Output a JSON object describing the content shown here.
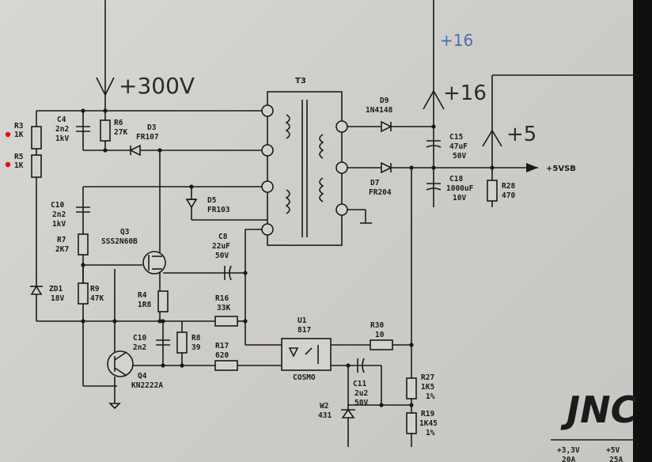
{
  "handwritten": {
    "v300": "+300V",
    "plus16_blue": "+16",
    "plus16": "+16",
    "plus5": "+5"
  },
  "output_label": "+5VSB",
  "colors": {
    "paper": "#d4d2ce",
    "ink": "#1a1a1a",
    "blue": "#4a6ea8",
    "marker": "#e01010"
  },
  "components": {
    "R3": {
      "name": "R3",
      "value": "1K"
    },
    "R5": {
      "name": "R5",
      "value": "1K"
    },
    "C4": {
      "name": "C4",
      "value1": "2n2",
      "value2": "1kV"
    },
    "R6": {
      "name": "R6",
      "value": "27K"
    },
    "D3": {
      "name": "D3",
      "value": "FR107"
    },
    "T3": {
      "name": "T3"
    },
    "D9": {
      "name": "D9",
      "value": "1N4148"
    },
    "C15": {
      "name": "C15",
      "value1": "47uF",
      "value2": "50V"
    },
    "D7": {
      "name": "D7",
      "value": "FR204"
    },
    "C18": {
      "name": "C18",
      "value1": "1000uF",
      "value2": "10V"
    },
    "R28": {
      "name": "R28",
      "value": "470"
    },
    "D5": {
      "name": "D5",
      "value": "FR103"
    },
    "C10a": {
      "name": "C10",
      "value1": "2n2",
      "value2": "1kV"
    },
    "R7": {
      "name": "R7",
      "value": "2K7"
    },
    "Q3": {
      "name": "Q3",
      "value": "SSS2N60B"
    },
    "C8": {
      "name": "C8",
      "value1": "22uF",
      "value2": "50V"
    },
    "ZD1": {
      "name": "ZD1",
      "value": "18V"
    },
    "R9": {
      "name": "R9",
      "value": "47K"
    },
    "R4": {
      "name": "R4",
      "value": "1R8"
    },
    "R16": {
      "name": "R16",
      "value": "33K"
    },
    "U1": {
      "name": "U1",
      "value": "817",
      "sub": "COSMO"
    },
    "R30": {
      "name": "R30",
      "value": "10"
    },
    "C10b": {
      "name": "C10",
      "value": "2n2"
    },
    "R8": {
      "name": "R8",
      "value": "39"
    },
    "R17": {
      "name": "R17",
      "value": "620"
    },
    "C11": {
      "name": "C11",
      "value1": "2u2",
      "value2": "50V"
    },
    "Q4": {
      "name": "Q4",
      "value": "KN2222A"
    },
    "R27": {
      "name": "R27",
      "value1": "1K5",
      "value2": "1%"
    },
    "R19": {
      "name": "R19",
      "value1": "1K45",
      "value2": "1%"
    },
    "W2": {
      "name": "W2",
      "value": "431"
    }
  },
  "logo": "JNC",
  "bottom_table": {
    "col1": "+3,3V",
    "col2": "+5V",
    "row2_col1": "20A",
    "row2_col2": "25A"
  }
}
